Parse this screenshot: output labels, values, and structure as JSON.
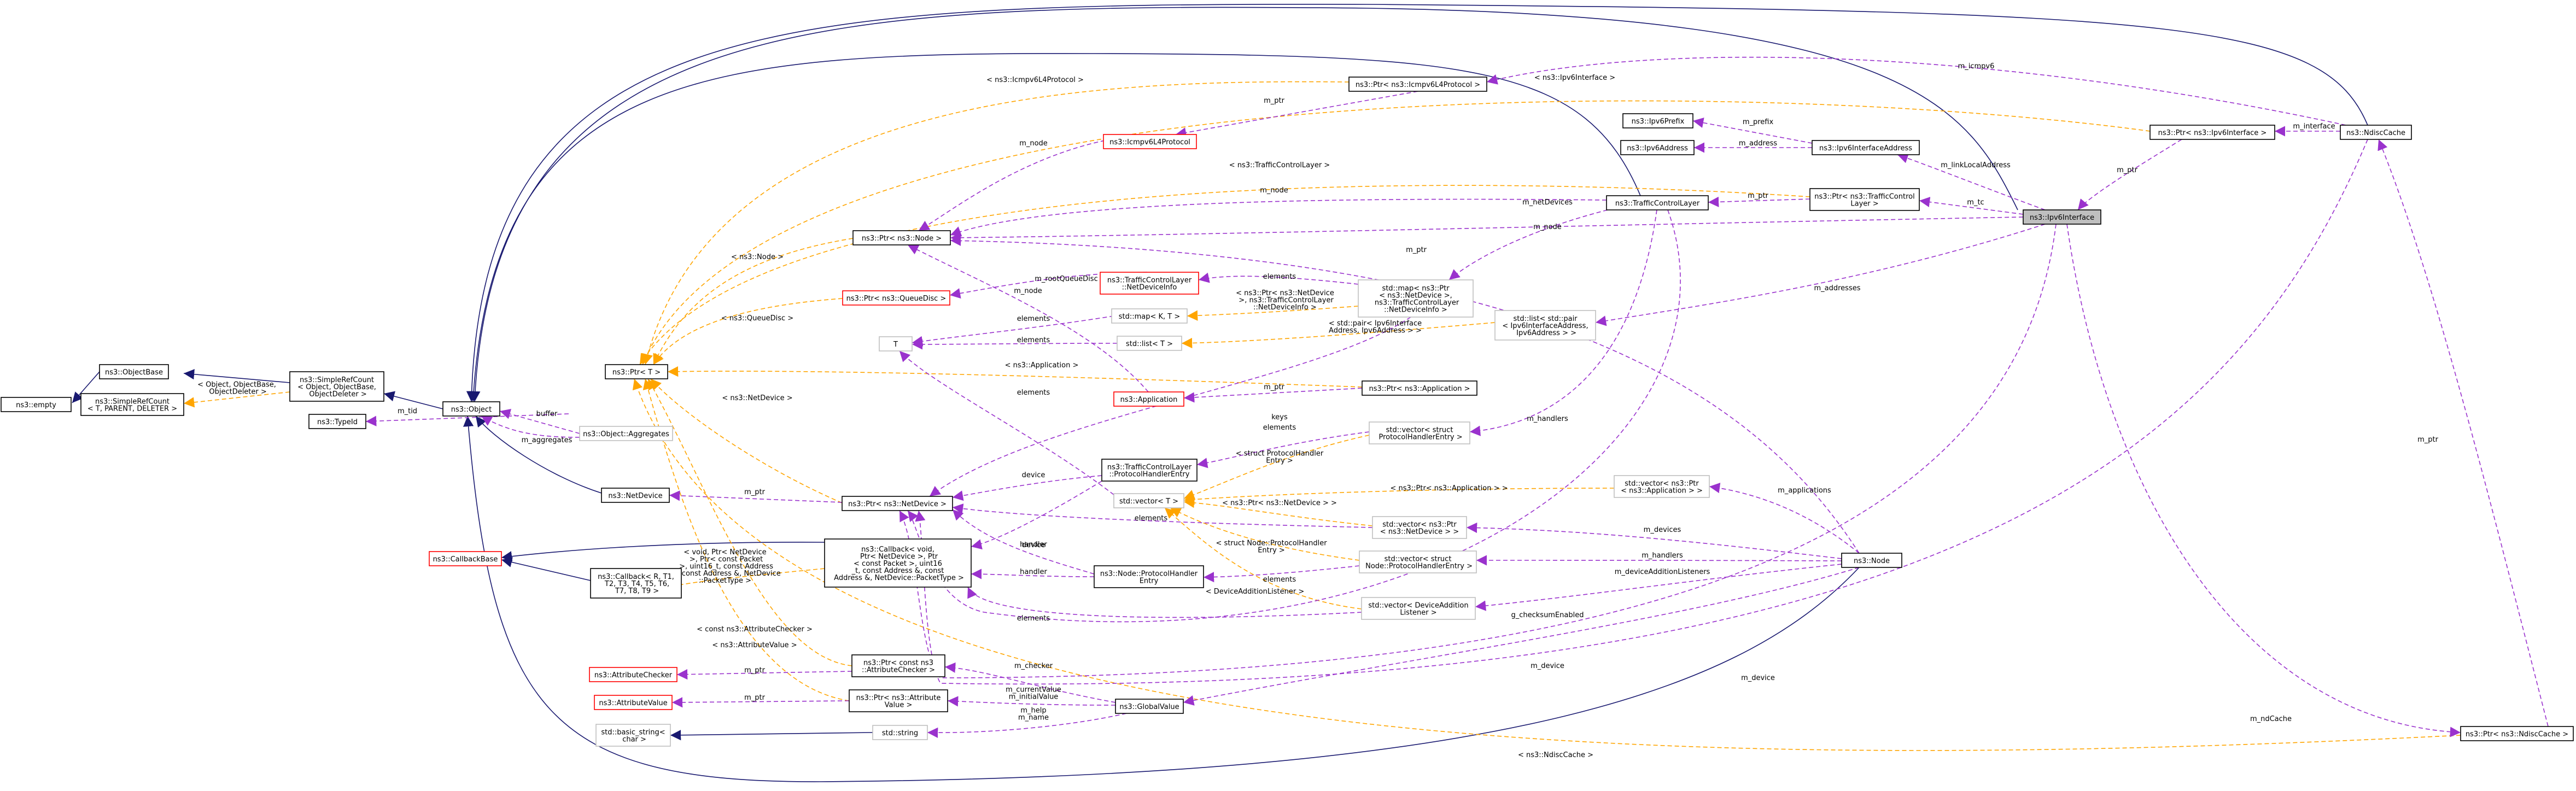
{
  "nodes": {
    "empty": "ns3::empty",
    "srcount_tpd": "ns3::SimpleRefCount\n< T, PARENT, DELETER >",
    "objectbase": "ns3::ObjectBase",
    "srcount_obj": "ns3::SimpleRefCount\n< Object, ObjectBase,\n ObjectDeleter >",
    "typeid": "ns3::TypeId",
    "object": "ns3::Object",
    "ptr_t": "ns3::Ptr< T >",
    "aggregates": "ns3::Object::Aggregates",
    "netdevice": "ns3::NetDevice",
    "callbackbase": "ns3::CallbackBase",
    "callback_t": "ns3::Callback< R, T1,\n T2, T3, T4, T5, T6,\n T7, T8, T9 >",
    "callback_void": "ns3::Callback< void,\n Ptr< NetDevice >, Ptr\n< const Packet >, uint16\n_t, const Address &, const\n Address &, NetDevice::PacketType >",
    "attrchecker": "ns3::AttributeChecker",
    "attrvalue": "ns3::AttributeValue",
    "basic_string": "std::basic_string<\n char >",
    "ptr_node": "ns3::Ptr< ns3::Node >",
    "ptr_queuedisc": "ns3::Ptr< ns3::QueueDisc >",
    "t_plain": "T",
    "application": "ns3::Application",
    "ptr_netdevice": "ns3::Ptr< ns3::NetDevice >",
    "tcl_phe": "ns3::TrafficControlLayer\n::ProtocolHandlerEntry",
    "vector_t": "std::vector< T >",
    "node_phe": "ns3::Node::ProtocolHandler\nEntry",
    "ptr_attrchecker": "ns3::Ptr< const ns3\n::AttributeChecker >",
    "ptr_attrvalue": "ns3::Ptr< ns3::Attribute\nValue >",
    "std_string": "std::string",
    "globalvalue": "ns3::GlobalValue",
    "icmpv6l4": "ns3::Icmpv6L4Protocol",
    "ptr_icmpv6l4": "ns3::Ptr< ns3::Icmpv6L4Protocol >",
    "tcl_ndi": "ns3::TrafficControlLayer\n::NetDeviceInfo",
    "map_kt": "std::map< K, T >",
    "list_t": "std::list< T >",
    "map_netdev": "std::map< ns3::Ptr\n< ns3::NetDevice >,\n ns3::TrafficControlLayer\n::NetDeviceInfo >",
    "ptr_app": "ns3::Ptr< ns3::Application >",
    "vec_tcl_phe": "std::vector< struct\n ProtocolHandlerEntry >",
    "vec_ptr_netdev": "std::vector< ns3::Ptr\n< ns3::NetDevice > >",
    "vec_node_phe": "std::vector< struct\n Node::ProtocolHandlerEntry >",
    "vec_dal": "std::vector< DeviceAddition\nListener >",
    "ipv6prefix": "ns3::Ipv6Prefix",
    "ipv6address": "ns3::Ipv6Address",
    "ipv6ifaddr": "ns3::Ipv6InterfaceAddress",
    "tcl": "ns3::TrafficControlLayer",
    "list_pair": "std::list< std::pair\n< Ipv6InterfaceAddress,\n Ipv6Address > >",
    "vec_ptr_app": "std::vector< ns3::Ptr\n< ns3::Application > >",
    "node": "ns3::Node",
    "ptr_tcl": "ns3::Ptr< ns3::TrafficControl\nLayer >",
    "ptr_ipv6if": "ns3::Ptr< ns3::Ipv6Interface >",
    "ipv6if": "ns3::Ipv6Interface",
    "ndisccache": "ns3::NdiscCache",
    "ptr_ndisccache": "ns3::Ptr< ns3::NdiscCache >"
  },
  "edge_labels": {
    "tpl_object_objectbase": "< Object, ObjectBase,\n ObjectDeleter >",
    "m_tid": "m_tid",
    "buffer": "buffer",
    "m_aggregates": "m_aggregates",
    "m_ptr_netdevice": "m_ptr",
    "m_ptr_attrchecker": "m_ptr",
    "m_ptr_attrvalue": "m_ptr",
    "tpl_callback_void": "< void, Ptr< NetDevice\n >, Ptr< const Packet\n >, uint16_t, const Address\n &, const Address &, NetDevice\n::PacketType >",
    "tpl_const_attrchecker": "< const ns3::AttributeChecker >",
    "tpl_attrvalue": "< ns3::AttributeValue >",
    "tpl_node": "< ns3::Node >",
    "tpl_queuedisc": "< ns3::QueueDisc >",
    "tpl_netdevice": "< ns3::NetDevice >",
    "tpl_application": "< ns3::Application >",
    "tpl_icmpv6": "< ns3::Icmpv6L4Protocol >",
    "tpl_ipv6if": "< ns3::Ipv6Interface >",
    "tpl_tcl": "< ns3::TrafficControlLayer >",
    "tpl_ndisccache": "< ns3::NdiscCache >",
    "m_node_icmp": "m_node",
    "m_node_tcl": "m_node",
    "m_node_app": "m_node",
    "m_node_ipv6if": "m_node",
    "m_ptr_node": "m_ptr",
    "m_rootqueuedisc": "m_rootQueueDisc",
    "elements_map": "elements",
    "tpl_map_kt": "< ns3::Ptr< ns3::NetDevice\n >, ns3::TrafficControlLayer\n::NetDeviceInfo >",
    "elements_t1": "elements",
    "elements_t2": "elements",
    "tpl_list_t": "< std::pair< Ipv6Interface\nAddress, Ipv6Address > >",
    "keys": "keys",
    "m_ptr_app": "m_ptr",
    "elements_app": "elements",
    "device_tcl_phe": "device",
    "handler_tcl_phe": "handler",
    "elements_vec_tcl": "elements",
    "tpl_vec_tcl": "< struct ProtocolHandler\nEntry >",
    "tpl_vec_app": "< ns3::Ptr< ns3::Application > >",
    "tpl_vec_netdev": "< ns3::Ptr< ns3::NetDevice > >",
    "elements_netdev": "elements",
    "tpl_vec_node_phe": "< struct Node::ProtocolHandler\nEntry >",
    "device_node_phe": "device",
    "handler_node_phe": "handler",
    "elements_node_phe": "elements",
    "tpl_vec_dal": "< DeviceAdditionListener >",
    "elements_dal": "elements",
    "m_checker": "m_checker",
    "m_currentvalue": "m_currentValue\nm_initialValue",
    "m_help": "m_help\nm_name",
    "m_ptr_icmp": "m_ptr",
    "m_icmpv6": "m_icmpv6",
    "m_prefix": "m_prefix",
    "m_address": "m_address",
    "m_linklocal": "m_linkLocalAddress",
    "m_tc": "m_tc",
    "m_ptr_tcl": "m_ptr",
    "m_netdevices": "m_netDevices",
    "m_addresses": "m_addresses",
    "m_handlers_tcl": "m_handlers",
    "m_applications": "m_applications",
    "m_devices": "m_devices",
    "m_handlers_node": "m_handlers",
    "m_dal": "m_deviceAdditionListeners",
    "g_checksum": "g_checksumEnabled",
    "m_device_tcl": "m_device",
    "m_device_ipv6if": "m_device",
    "m_interface": "m_interface",
    "m_ptr_ipv6if": "m_ptr",
    "m_ptr_ndisc": "m_ptr",
    "m_ndcache": "m_ndCache"
  }
}
